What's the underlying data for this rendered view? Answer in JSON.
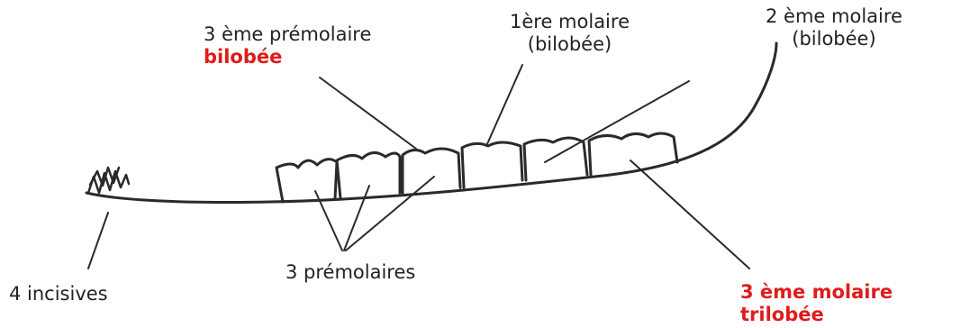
{
  "colors": {
    "ink": "#222222",
    "highlight": "#e01b1b"
  },
  "labels": {
    "incisives": "4 incisives",
    "premolaires": "3 prémolaires",
    "premolaire3_line1": "3 ème prémolaire",
    "premolaire3_line2": "bilobée",
    "molaire1_line1": "1ère molaire",
    "molaire1_line2": "(bilobée)",
    "molaire2_line1": "2 ème molaire",
    "molaire2_line2": "(bilobée)",
    "molaire3_line1": "3 ème molaire",
    "molaire3_line2": "trilobée"
  }
}
